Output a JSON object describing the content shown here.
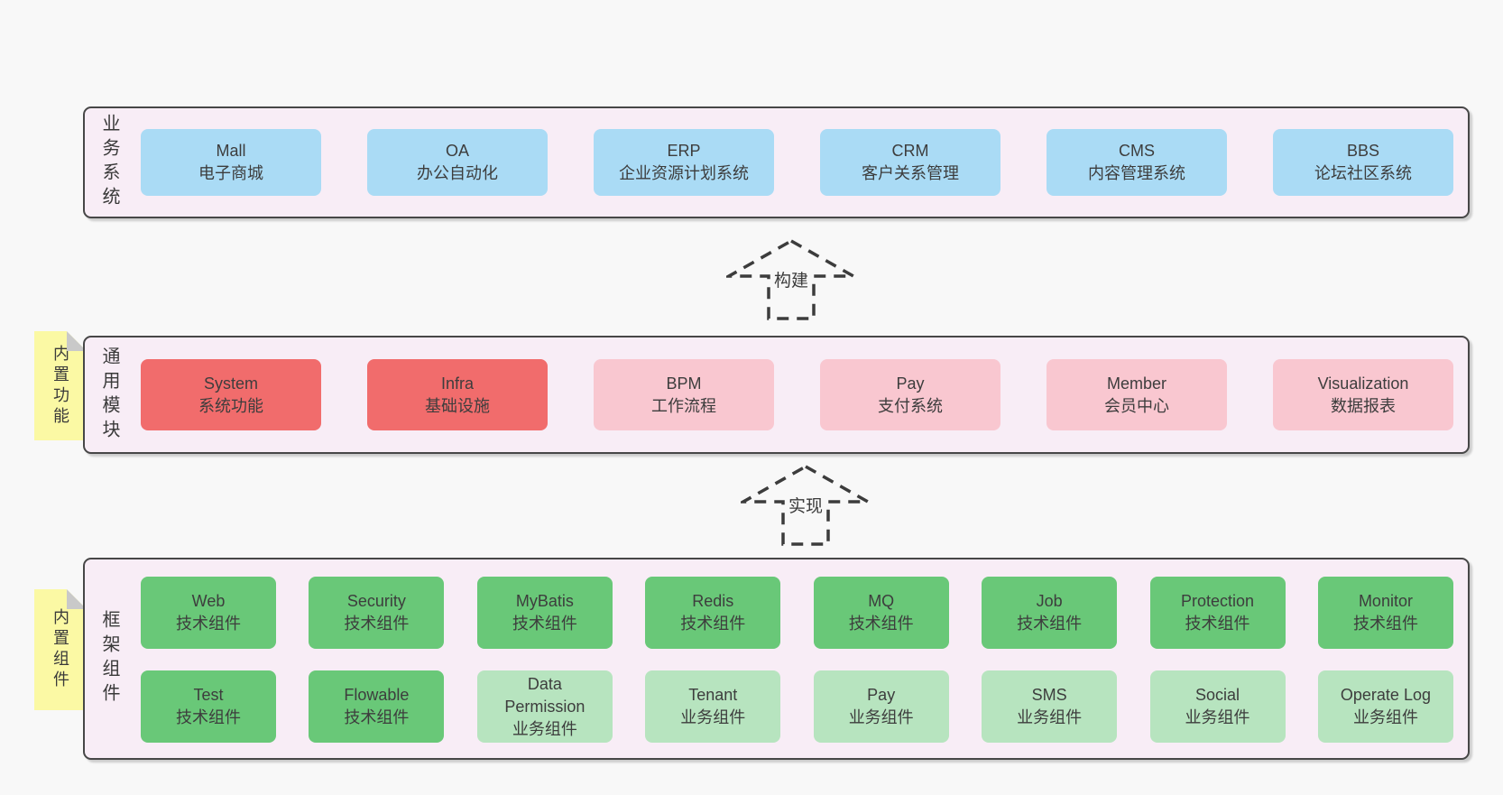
{
  "colors": {
    "page_background": "#f8f8f8",
    "container_fill": "#f8edf6",
    "container_border": "#474747",
    "box_blue": "#aadbf5",
    "box_red": "#f16c6c",
    "box_pink": "#f9c7d0",
    "box_green": "#69c878",
    "box_light_green": "#b7e4bf",
    "sticky_yellow": "#fbf9a4",
    "sticky_fold_gray": "#c9c9c9",
    "text": "#3d3d3d"
  },
  "diagram": {
    "arrows": [
      {
        "label": "构建"
      },
      {
        "label": "实现"
      }
    ],
    "layers": {
      "business": {
        "label": "业务系统",
        "boxes": [
          {
            "title": "Mall",
            "subtitle": "电子商城"
          },
          {
            "title": "OA",
            "subtitle": "办公自动化"
          },
          {
            "title": "ERP",
            "subtitle": "企业资源计划系统"
          },
          {
            "title": "CRM",
            "subtitle": "客户关系管理"
          },
          {
            "title": "CMS",
            "subtitle": "内容管理系统"
          },
          {
            "title": "BBS",
            "subtitle": "论坛社区系统"
          }
        ]
      },
      "modules": {
        "label": "通用模块",
        "sticky": "内置功能",
        "boxes": [
          {
            "title": "System",
            "subtitle": "系统功能"
          },
          {
            "title": "Infra",
            "subtitle": "基础设施"
          },
          {
            "title": "BPM",
            "subtitle": "工作流程"
          },
          {
            "title": "Pay",
            "subtitle": "支付系统"
          },
          {
            "title": "Member",
            "subtitle": "会员中心"
          },
          {
            "title": "Visualization",
            "subtitle": "数据报表"
          }
        ]
      },
      "components": {
        "label": "框架组件",
        "sticky": "内置组件",
        "row1": [
          {
            "title": "Web",
            "subtitle": "技术组件"
          },
          {
            "title": "Security",
            "subtitle": "技术组件"
          },
          {
            "title": "MyBatis",
            "subtitle": "技术组件"
          },
          {
            "title": "Redis",
            "subtitle": "技术组件"
          },
          {
            "title": "MQ",
            "subtitle": "技术组件"
          },
          {
            "title": "Job",
            "subtitle": "技术组件"
          },
          {
            "title": "Protection",
            "subtitle": "技术组件"
          },
          {
            "title": "Monitor",
            "subtitle": "技术组件"
          }
        ],
        "row2": [
          {
            "title": "Test",
            "subtitle": "技术组件"
          },
          {
            "title": "Flowable",
            "subtitle": "技术组件"
          },
          {
            "title": "Data Permission",
            "subtitle": "业务组件"
          },
          {
            "title": "Tenant",
            "subtitle": "业务组件"
          },
          {
            "title": "Pay",
            "subtitle": "业务组件"
          },
          {
            "title": "SMS",
            "subtitle": "业务组件"
          },
          {
            "title": "Social",
            "subtitle": "业务组件"
          },
          {
            "title": "Operate Log",
            "subtitle": "业务组件"
          }
        ]
      }
    }
  }
}
